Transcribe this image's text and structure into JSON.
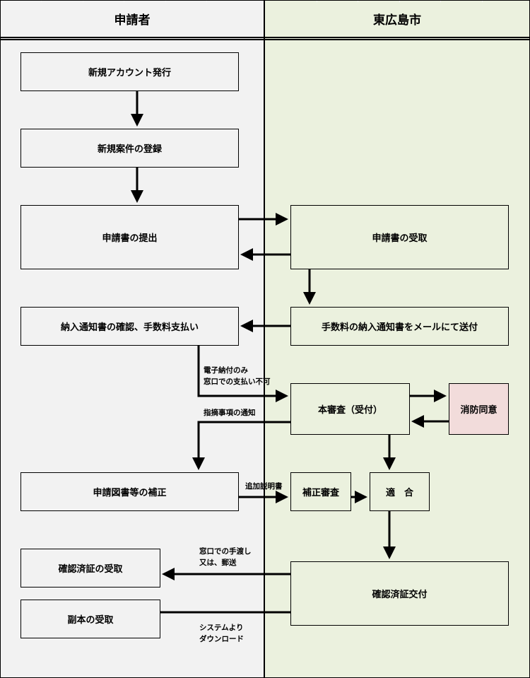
{
  "lanes": {
    "applicant": "申請者",
    "city": "東広島市"
  },
  "colors": {
    "applicant_lane_bg": "#f2f2f2",
    "city_lane_bg": "#ebf1de",
    "fire_consent_bg": "#f2dcdb",
    "line": "#000000"
  },
  "steps": {
    "new_account": "新規アカウント発行",
    "new_case": "新規案件の登録",
    "submit_application": "申請書の提出",
    "receive_application": "申請書の受取",
    "confirm_payment": "納入通知書の確認、手数料支払い",
    "send_fee_notice": "手数料の納入通知書をメールにて送付",
    "main_review": "本審査（受付）",
    "fire_consent": "消防同意",
    "revise_documents": "申請図書等の補正",
    "revision_review": "補正審査",
    "compliance": "適　合",
    "receive_certificate": "確認済証の受取",
    "issue_certificate": "確認済証交付",
    "receive_copy": "副本の受取"
  },
  "notes": {
    "payment_line1": "電子納付のみ",
    "payment_line2": "窓口での支払い不可",
    "issue_notice": "指摘事項の通知",
    "additional_doc": "追加説明書",
    "delivery_line1": "窓口での手渡し",
    "delivery_line2": "又は、郵送",
    "download_line1": "システムより",
    "download_line2": "ダウンロード"
  }
}
